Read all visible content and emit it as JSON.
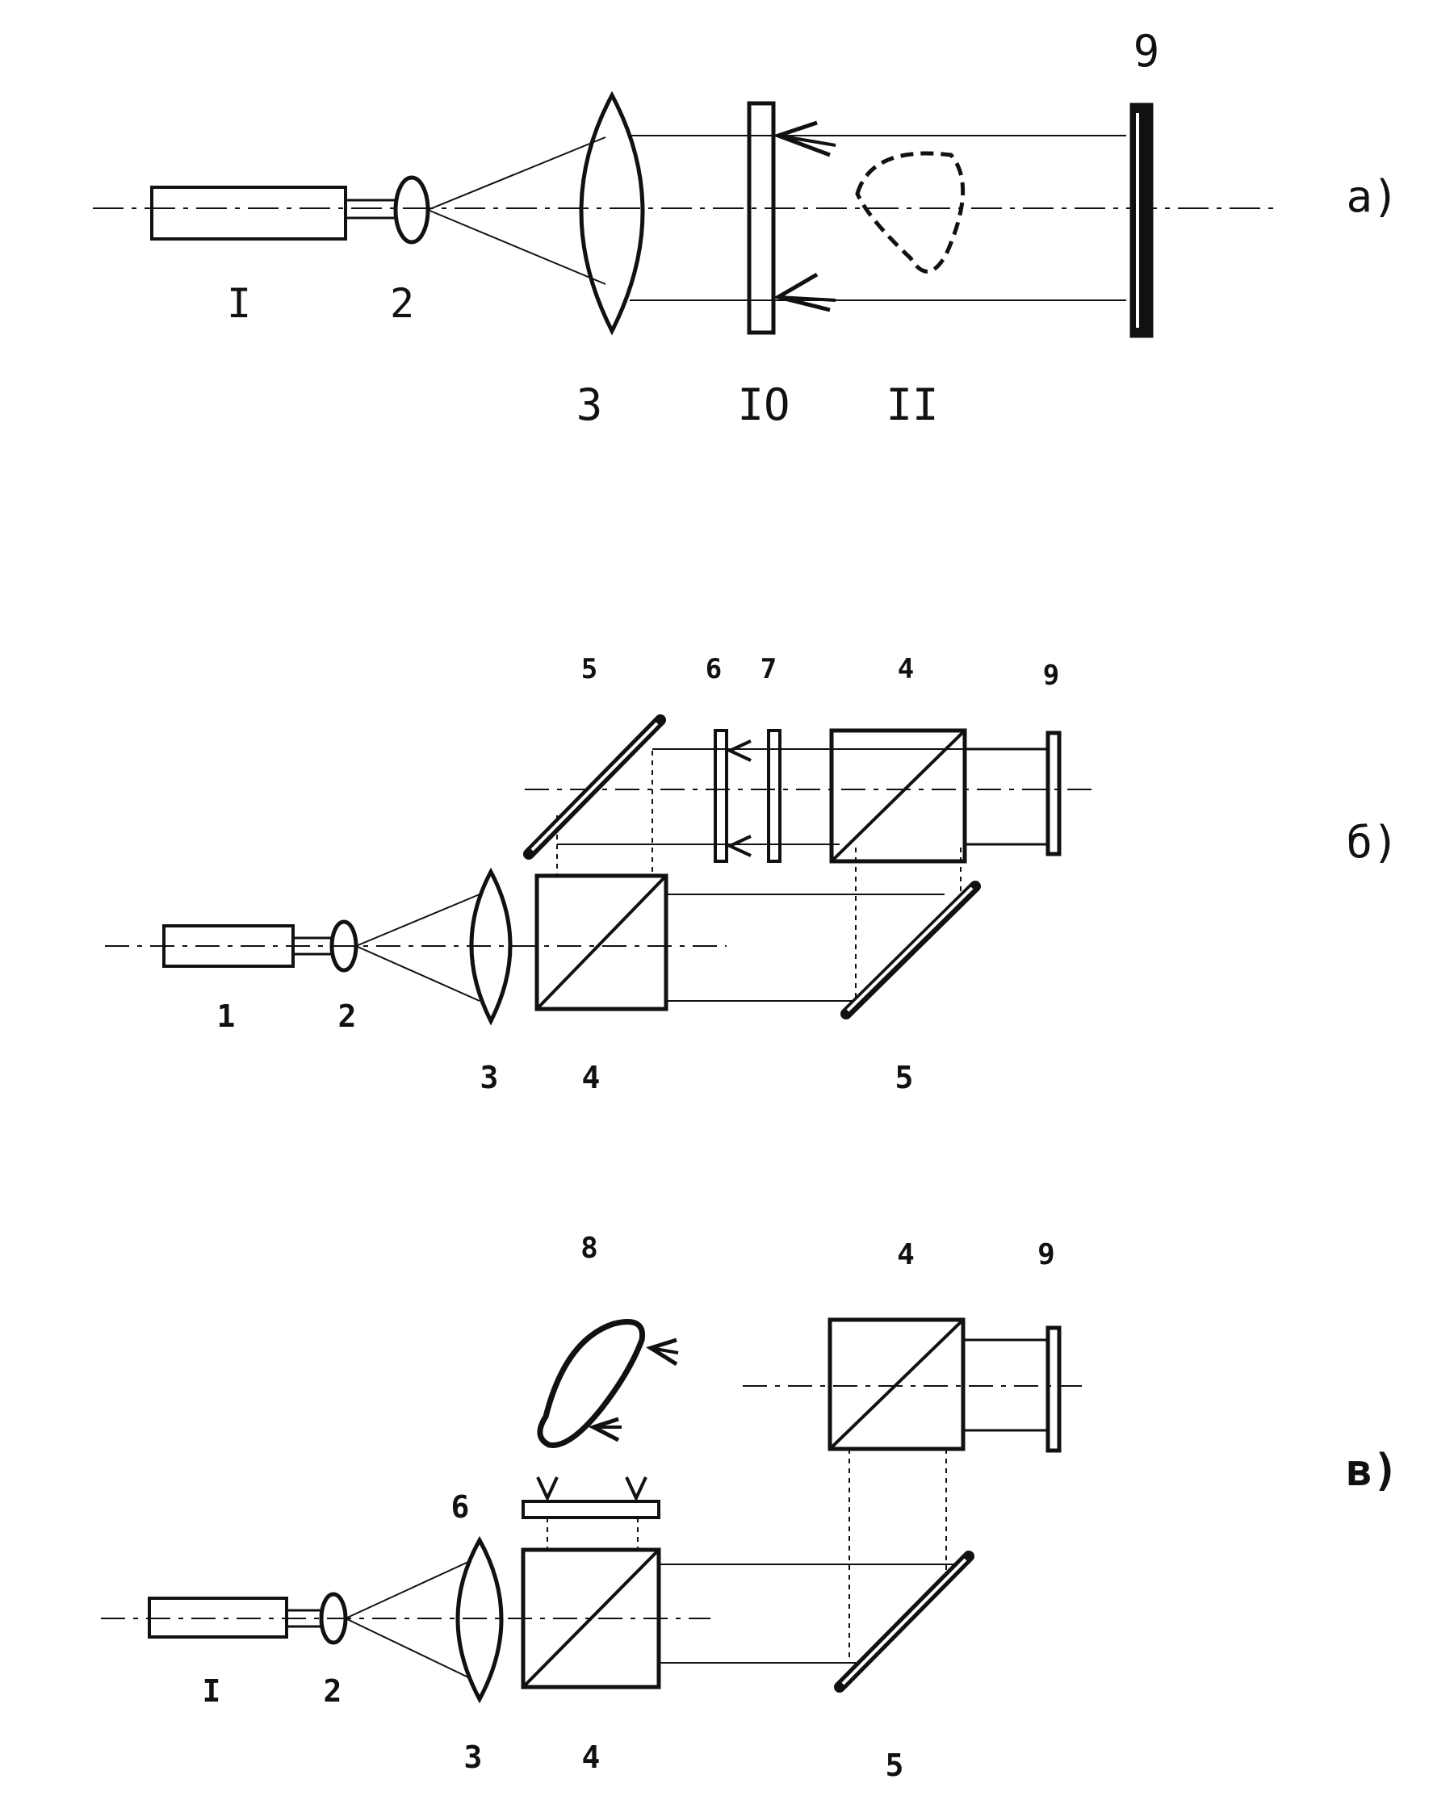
{
  "colors": {
    "ink": "#111111",
    "paper": "#ffffff"
  },
  "panel_a": {
    "tag": "a)",
    "labels": {
      "laser": "I",
      "lens_small": "2",
      "lens_big": "3",
      "plate": "IO",
      "object": "II",
      "screen": "9"
    }
  },
  "panel_b": {
    "tag": "б)",
    "labels": {
      "laser": "1",
      "lens_small": "2",
      "lens_big": "3",
      "cube_bottom": "4",
      "mirror_bottom": "5",
      "mirror_top": "5",
      "plate_6": "6",
      "plate_7": "7",
      "cube_top": "4",
      "screen": "9"
    }
  },
  "panel_c": {
    "tag": "в)",
    "labels": {
      "laser": "I",
      "lens_small": "2",
      "lens_big": "3",
      "cube_bottom": "4",
      "mirror": "5",
      "plate": "6",
      "object": "8",
      "cube_top": "4",
      "screen": "9"
    }
  }
}
